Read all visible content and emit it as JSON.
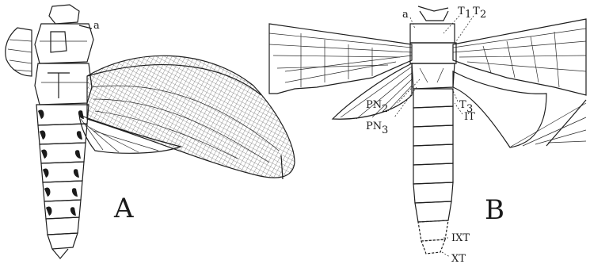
{
  "panel_a": {
    "panel_label": "A",
    "labels": {
      "a": "a"
    }
  },
  "panel_b": {
    "panel_label": "B",
    "labels": {
      "a": "a",
      "t1": "T",
      "t1_sub": "1",
      "t2": "T",
      "t2_sub": "2",
      "t3": "T",
      "t3_sub": "3",
      "pn2": "PN",
      "pn2_sub": "2",
      "pn3": "PN",
      "pn3_sub": "3",
      "it": "IT",
      "ixt": "IXT",
      "xt": "XT"
    }
  }
}
